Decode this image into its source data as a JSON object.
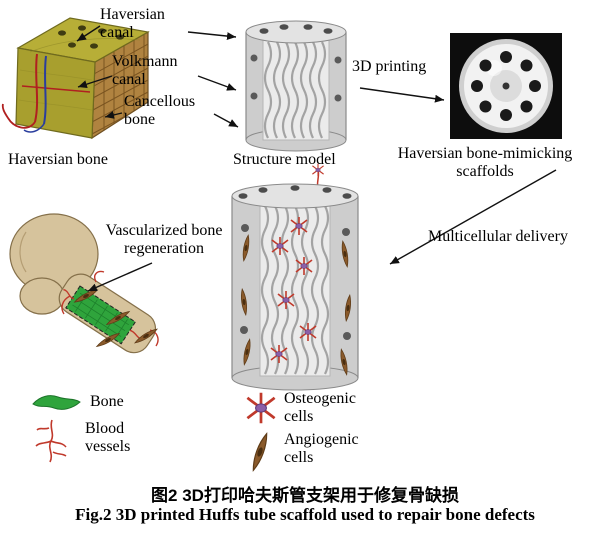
{
  "annotations": {
    "haversian_canal": "Haversian canal",
    "volkmann_canal": "Volkmann canal",
    "cancellous_bone": "Cancellous bone",
    "haversian_bone": "Haversian bone",
    "structure_model": "Structure model",
    "printing": "3D printing",
    "scaffolds": "Haversian bone-mimicking scaffolds",
    "multicellular_delivery": "Multicellular delivery",
    "vascularized_regeneration": "Vascularized bone regeneration"
  },
  "legend": {
    "bone": "Bone",
    "blood_vessels": "Blood vessels",
    "osteogenic_cells": "Osteogenic cells",
    "angiogenic_cells": "Angiogenic cells"
  },
  "caption": {
    "chinese": "图2 3D打印哈夫斯管支架用于修复骨缺损",
    "english": "Fig.2 3D printed Huffs tube scaffold used to repair bone defects"
  },
  "colors": {
    "bone_green": "#2fa43c",
    "vessel_red": "#c0392b",
    "osteogenic_purple": "#8b5fa8",
    "angiogenic_brown": "#8a5a2b"
  }
}
